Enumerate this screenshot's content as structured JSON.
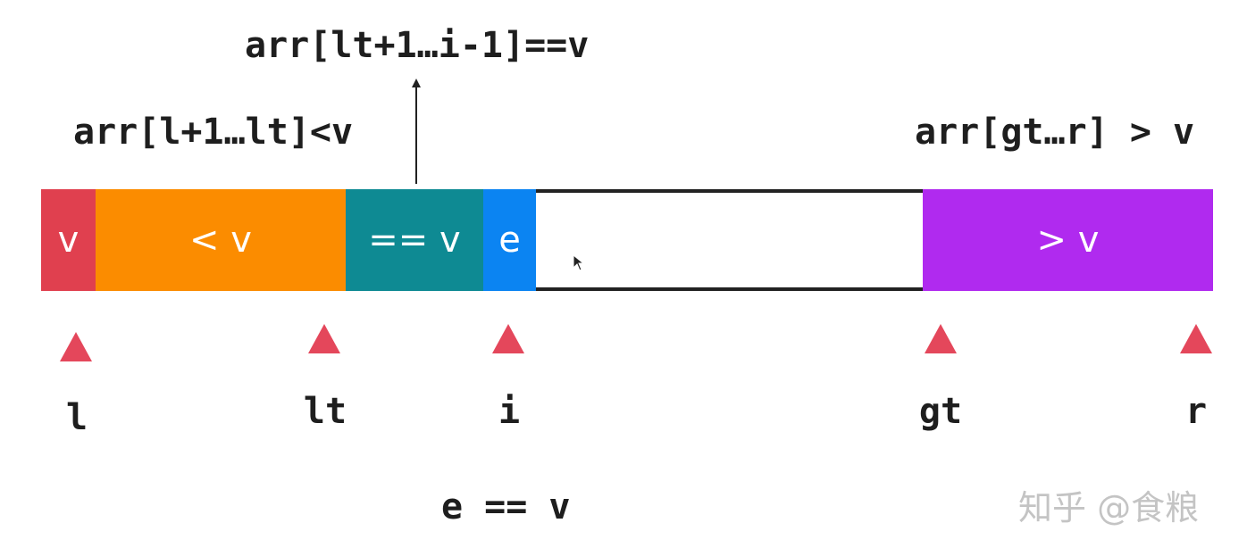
{
  "annotations": {
    "equal_range": "arr[lt+1…i-1]==v",
    "less_range": "arr[l+1…lt]<v",
    "greater_range": "arr[gt…r] > v",
    "current_condition": "e == v"
  },
  "segments": {
    "pivot": "v",
    "less": "< v",
    "equal": "== v",
    "current": "e",
    "greater": "> v"
  },
  "pointers": {
    "l": "l",
    "lt": "lt",
    "i": "i",
    "gt": "gt",
    "r": "r"
  },
  "watermark": "知乎 @食粮",
  "colors": {
    "pivot": "#e0404f",
    "less": "#fb8c00",
    "equal": "#0e8a93",
    "current": "#0b84f2",
    "greater": "#b02aef",
    "marker": "#e4475b"
  }
}
